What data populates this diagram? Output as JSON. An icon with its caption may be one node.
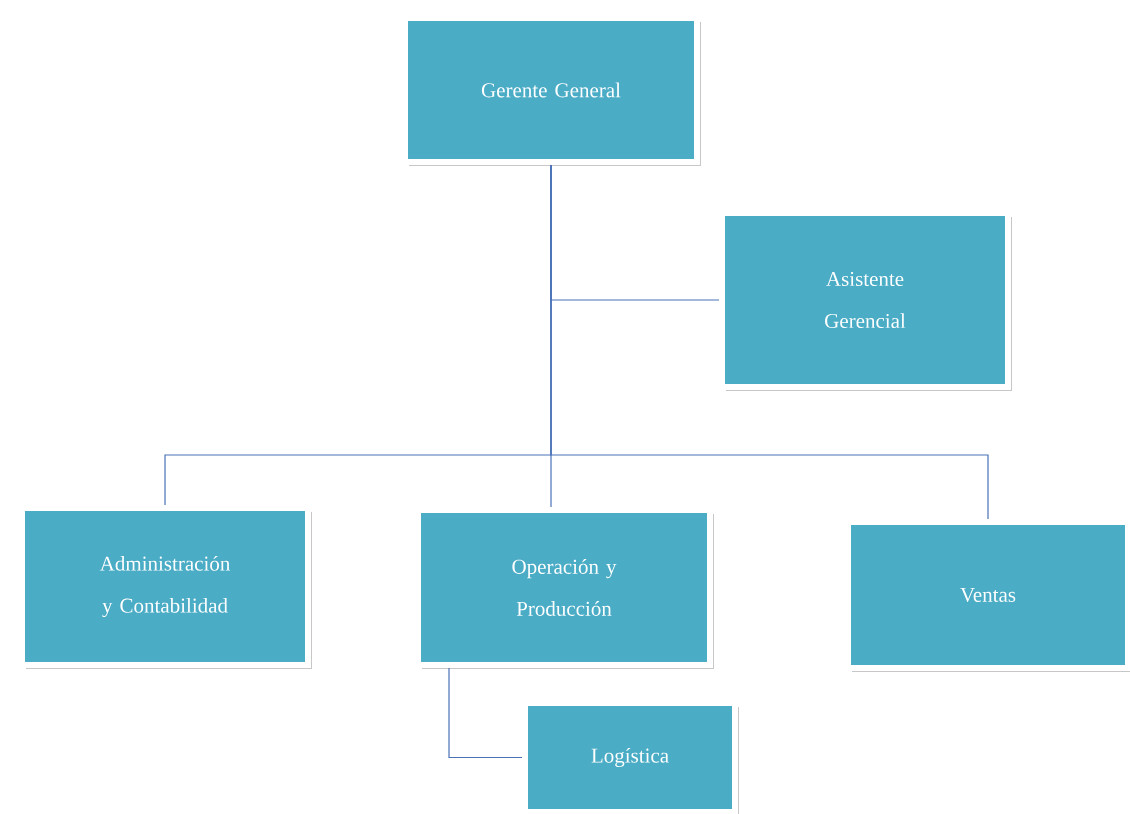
{
  "diagram": {
    "nodes": [
      {
        "text": [
          "Gerente General"
        ]
      },
      {
        "text": [
          "Asistente Gerencial"
        ]
      },
      {
        "text": [
          "Administración y Contabilidad"
        ]
      },
      {
        "text": [
          "Operación y Producción"
        ]
      },
      {
        "text": [
          "Ventas"
        ]
      },
      {
        "text": [
          "Logística"
        ]
      }
    ],
    "edges": [
      {
        "from": 0,
        "to": 1,
        "arrow": "none"
      },
      {
        "from": 0,
        "to": 2,
        "arrow": "none"
      },
      {
        "from": 0,
        "to": 3,
        "arrow": "none"
      },
      {
        "from": 0,
        "to": 4,
        "arrow": "none"
      },
      {
        "from": 3,
        "to": 5,
        "arrow": "none"
      }
    ]
  }
}
